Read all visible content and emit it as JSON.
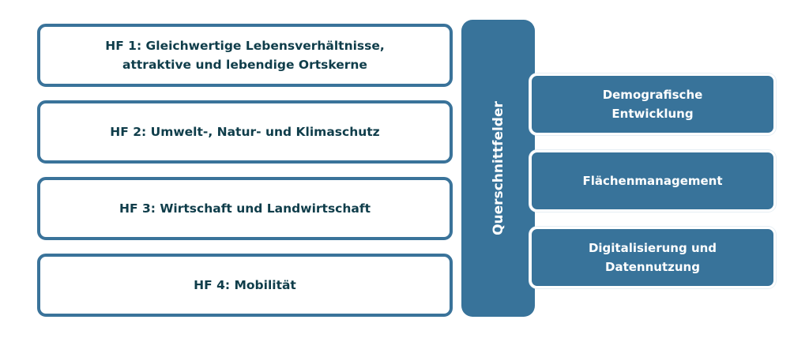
{
  "handlungsfelder": [
    {
      "line1": "HF 1: Gleichwertige Lebensverhältnisse,",
      "line2": "attraktive und lebendige Ortskerne"
    },
    {
      "line1": "HF 2: Umwelt-, Natur- und Klimaschutz"
    },
    {
      "line1": "HF 3: Wirtschaft und Landwirtschaft"
    },
    {
      "line1": "HF 4: Mobilität"
    }
  ],
  "querschnitt": {
    "label": "Querschnittfelder",
    "items": [
      {
        "line1": "Demografische",
        "line2": "Entwicklung"
      },
      {
        "line1": "Flächenmanagement"
      },
      {
        "line1": "Digitalisierung und",
        "line2": "Datennutzung"
      }
    ]
  },
  "colors": {
    "primary": "#38739a",
    "text_dark": "#0f3d4a"
  }
}
